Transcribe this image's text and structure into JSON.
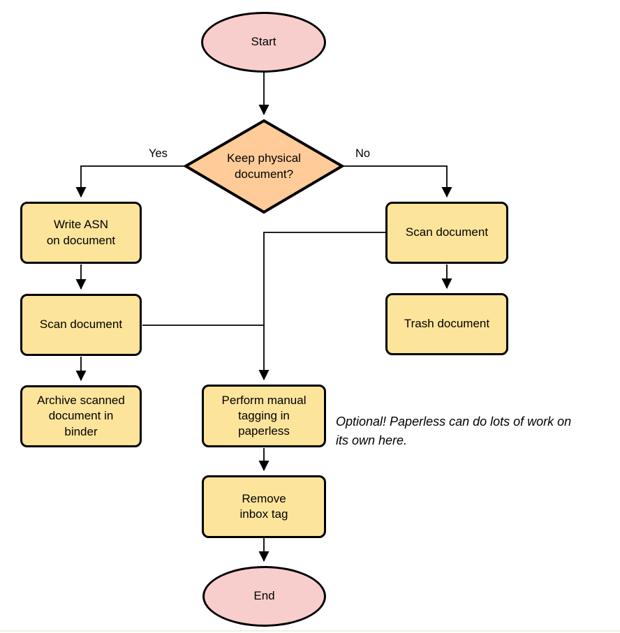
{
  "nodes": {
    "start": "Start",
    "decision": "Keep physical\ndocument?",
    "write_asn": "Write ASN\non document",
    "scan_left": "Scan document",
    "archive": "Archive scanned\ndocument in\nbinder",
    "scan_right": "Scan document",
    "trash": "Trash document",
    "tagging": "Perform manual\ntagging in\npaperless",
    "remove_tag": "Remove\ninbox tag",
    "end": "End"
  },
  "edges": {
    "yes": "Yes",
    "no": "No"
  },
  "note": "Optional! Paperless can do lots of work on\nits own here.",
  "colors": {
    "terminal_fill": "#F8CECC",
    "decision_fill": "#FFCC99",
    "process_fill": "#FDE49B",
    "stroke": "#000000"
  }
}
